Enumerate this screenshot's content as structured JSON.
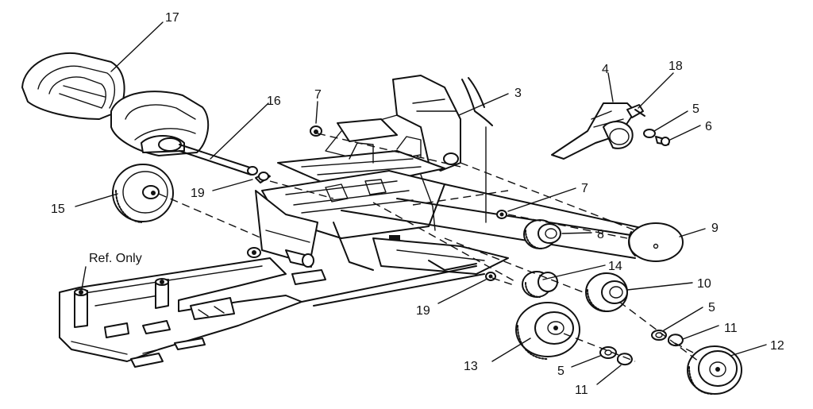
{
  "diagram": {
    "callouts": {
      "c17": "17",
      "c16": "16",
      "c7a": "7",
      "c3": "3",
      "c4": "4",
      "c18": "18",
      "c5a": "5",
      "c6": "6",
      "c19a": "19",
      "c15": "15",
      "c7b": "7",
      "c8": "8",
      "c9": "9",
      "ref": "Ref. Only",
      "c14": "14",
      "c10": "10",
      "c19b": "19",
      "c5b": "5",
      "c11a": "11",
      "c12": "12",
      "c13": "13",
      "c5c": "5",
      "c11b": "11"
    }
  }
}
